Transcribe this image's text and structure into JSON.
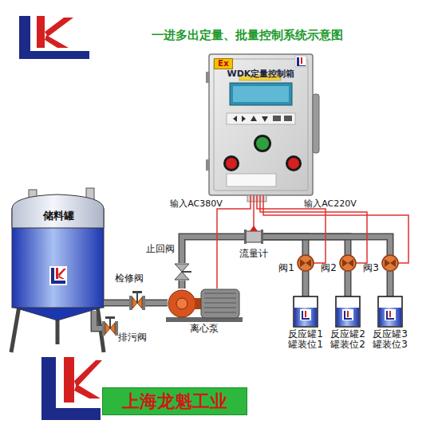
{
  "diagram": {
    "title": "一进多出定量、批量控制系统示意图",
    "nodes": [
      {
        "text": [
          "Ex",
          "WDK定量控制箱"
        ]
      },
      {
        "text": [
          "储料罐"
        ]
      },
      {
        "text": [
          "检修阀"
        ]
      },
      {
        "text": [
          "离心泵"
        ]
      },
      {
        "text": [
          "止回阀"
        ]
      },
      {
        "text": [
          "流量计"
        ]
      },
      {
        "text": [
          "阀1"
        ]
      },
      {
        "text": [
          "阀2"
        ]
      },
      {
        "text": [
          "阀3"
        ]
      },
      {
        "text": [
          "反应罐1 罐装位1"
        ]
      },
      {
        "text": [
          "反应罐2 罐装位2"
        ]
      },
      {
        "text": [
          "反应罐3 罐装位3"
        ]
      },
      {
        "text": [
          "排污阀"
        ]
      },
      {
        "text": [
          "上海龙魁工业"
        ]
      }
    ],
    "edges": [
      {
        "from": 1,
        "to": 2,
        "arrow": "none"
      },
      {
        "from": 2,
        "to": 3,
        "arrow": "none"
      },
      {
        "from": 3,
        "to": 4,
        "arrow": "none"
      },
      {
        "from": 4,
        "to": 5,
        "arrow": "none"
      },
      {
        "from": 5,
        "to": 6,
        "arrow": "none"
      },
      {
        "from": 5,
        "to": 7,
        "arrow": "none"
      },
      {
        "from": 5,
        "to": 8,
        "arrow": "none"
      },
      {
        "from": 6,
        "to": 9,
        "arrow": "none"
      },
      {
        "from": 7,
        "to": 10,
        "arrow": "none"
      },
      {
        "from": 8,
        "to": 11,
        "arrow": "none"
      },
      {
        "from": 1,
        "to": 12,
        "arrow": "none"
      },
      {
        "from": 0,
        "to": 3,
        "arrow": "none"
      },
      {
        "from": 0,
        "to": 5,
        "arrow": "none"
      },
      {
        "from": 0,
        "to": 6,
        "arrow": "none"
      },
      {
        "from": 0,
        "to": 7,
        "arrow": "none"
      },
      {
        "from": 0,
        "to": 8,
        "arrow": "none"
      }
    ],
    "labels": [
      "输入AC380V",
      "输入AC220V"
    ]
  }
}
